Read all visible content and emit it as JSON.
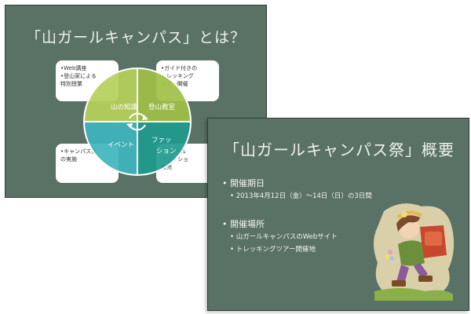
{
  "slide1": {
    "title": "「山ガールキャンパス」とは？",
    "boxes": {
      "top_left": [
        "•Web講座",
        "•登山家による",
        "  特別授業"
      ],
      "top_right": [
        "•ガイド付きの",
        "  トレッキング",
        "  ツアー開催"
      ],
      "bottom_left": [
        "•キャンパス祭",
        "  の実施"
      ],
      "bottom_right": [
        "•山ガール",
        "  ファッショ",
        "  販売"
      ]
    },
    "cycle": {
      "segments": [
        "山の知識",
        "登山教室",
        "イベント",
        "ファッ",
        "ション"
      ],
      "colors": {
        "green": "#a8c64a",
        "teal": "#1f9a8e"
      }
    }
  },
  "slide2": {
    "title": "「山ガールキャンパス祭」概要",
    "sections": [
      {
        "heading": "• 開催期日",
        "items": [
          "• 2013年4月12日（金）～14日（日）の3日間"
        ]
      },
      {
        "heading": "• 開催場所",
        "items": [
          "• 山ガールキャンパスのWebサイト",
          "• トレッキングツアー開催地"
        ]
      }
    ]
  }
}
